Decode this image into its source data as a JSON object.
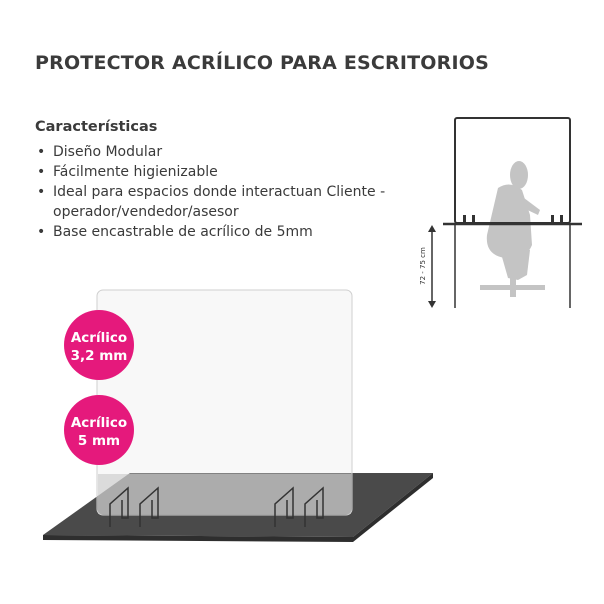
{
  "title": "PROTECTOR ACRÍLICO PARA ESCRITORIOS",
  "features": {
    "heading": "Características",
    "items": [
      "Diseño Modular",
      "Fácilmente higienizable",
      "Ideal para espacios donde interactuan Cliente - operador/vendedor/asesor",
      "Base encastrable de acrílico de 5mm"
    ]
  },
  "diagram": {
    "height_label": "72 - 75 cm"
  },
  "badges": [
    {
      "line1": "Acrílico",
      "line2": "3,2 mm"
    },
    {
      "line1": "Acrílico",
      "line2": "5 mm"
    }
  ],
  "colors": {
    "accent": "#e5197c",
    "desk": "#4a4a4a"
  }
}
